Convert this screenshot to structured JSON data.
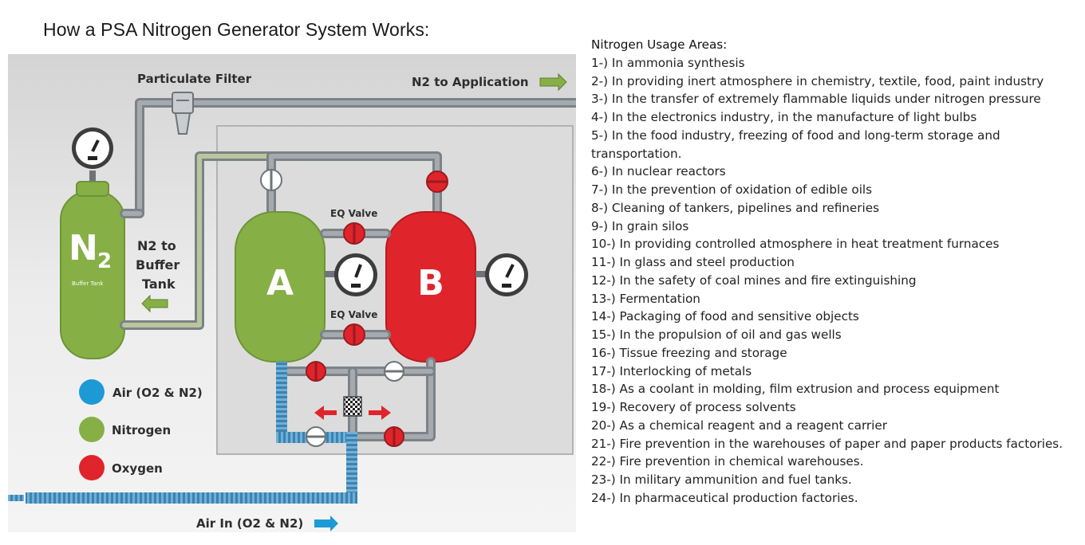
{
  "title": "How a PSA Nitrogen Generator System Works:",
  "diagram": {
    "particulate_filter": "Particulate Filter",
    "n2_to_application": "N2 to Application",
    "n2_to_buffer_lines": [
      "N2 to",
      "Buffer",
      "Tank"
    ],
    "buffer_tank_symbol": "N",
    "buffer_tank_subscript": "2",
    "buffer_tank_caption": "Buffer Tank",
    "eq_valve_top": "EQ Valve",
    "eq_valve_bottom": "EQ Valve",
    "vessel_a": "A",
    "vessel_b": "B",
    "air_in": "Air In (O2 & N2)",
    "legend": [
      {
        "label": "Air (O2 & N2)",
        "color": "#1d9ad6"
      },
      {
        "label": "Nitrogen",
        "color": "#86b046"
      },
      {
        "label": "Oxygen",
        "color": "#e0242b"
      }
    ],
    "colors": {
      "nitrogen": "#86b046",
      "oxygen": "#e0242b",
      "air": "#1d9ad6",
      "pipe": "#8a8f93",
      "panel": "#dedede"
    }
  },
  "usage": {
    "heading": "Nitrogen Usage Areas:",
    "items": [
      "1-) In ammonia synthesis",
      "2-) In providing inert atmosphere in chemistry, textile, food, paint industry",
      "3-) In the transfer of extremely flammable liquids under nitrogen pressure",
      "4-) In the electronics industry, in the manufacture of light bulbs",
      "5-) In the food industry, freezing of food and long-term storage and transportation.",
      "6-) In nuclear reactors",
      "7-) In the prevention of oxidation of edible oils",
      "8-) Cleaning of tankers, pipelines and refineries",
      "9-) In grain silos",
      "10-) In providing controlled atmosphere in heat treatment furnaces",
      "11-) In glass and steel production",
      "12-) In the safety of coal mines and fire extinguishing",
      "13-) Fermentation",
      "14-) Packaging of food and sensitive objects",
      "15-) In the propulsion of oil and gas wells",
      "16-) Tissue freezing and storage",
      "17-) Interlocking of metals",
      "18-) As a coolant in molding, film extrusion and process equipment",
      "19-) Recovery of process solvents",
      "20-) As a chemical reagent and a reagent carrier",
      "21-) Fire prevention in the warehouses of paper and paper products factories.",
      "22-) Fire prevention in chemical warehouses.",
      "23-) In military ammunition and fuel tanks.",
      "24-) In pharmaceutical production factories."
    ]
  }
}
